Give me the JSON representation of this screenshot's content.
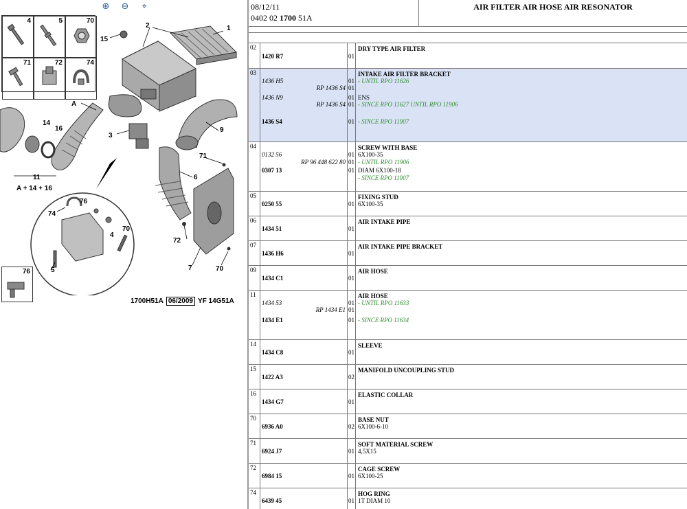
{
  "diagram": {
    "thumbs": [
      {
        "num": "4"
      },
      {
        "num": "5"
      },
      {
        "num": "70"
      },
      {
        "num": "71"
      },
      {
        "num": "72"
      },
      {
        "num": "74"
      }
    ],
    "thumb76": "76",
    "callouts": {
      "c1": "1",
      "c2": "2",
      "c3": "3",
      "c4": "4",
      "c5": "5",
      "c6": "6",
      "c7": "7",
      "c9": "9",
      "c11": "11",
      "c14": "14",
      "c15": "15",
      "c16": "16",
      "cA": "A",
      "cA2": "A + 14 + 16",
      "c70a": "70",
      "c70b": "70",
      "c71": "71",
      "c72": "72",
      "c74": "74",
      "c76": "76"
    },
    "footer": {
      "ref": "1700H51A",
      "date": "06/2009",
      "code": "YF 14G51A"
    }
  },
  "header": {
    "date": "08/12/11",
    "code_prefix": "0402 02 ",
    "code_bold": "1700",
    "code_suffix": " 51A",
    "title": "AIR FILTER AIR HOSE AIR RESONATOR"
  },
  "rows": [
    {
      "ref": "02",
      "h": 36,
      "lines": [
        {
          "col": "c4",
          "cls": "ti",
          "t": "DRY TYPE AIR FILTER",
          "y": 3
        },
        {
          "col": "c2",
          "cls": "pn",
          "t": "1420 R7",
          "y": 14
        },
        {
          "col": "c3",
          "cls": "qt",
          "t": "01",
          "y": 14
        }
      ]
    },
    {
      "ref": "03",
      "h": 106,
      "sel": true,
      "lines": [
        {
          "col": "c4",
          "cls": "ti",
          "t": "INTAKE AIR FILTER BRACKET",
          "y": 3
        },
        {
          "col": "c2",
          "cls": "pn it",
          "t": "1436 H5",
          "y": 13
        },
        {
          "col": "c3",
          "cls": "qt",
          "t": "01",
          "y": 13
        },
        {
          "col": "c4",
          "cls": "gr",
          "t": "- UNTIL RPO 11626",
          "y": 13
        },
        {
          "col": "c2",
          "cls": "rp",
          "t": "RP 1436 S4",
          "y": 23
        },
        {
          "col": "c3",
          "cls": "qt",
          "t": "01",
          "y": 23
        },
        {
          "col": "c2",
          "cls": "pn it",
          "t": "1436 N9",
          "y": 37
        },
        {
          "col": "c3",
          "cls": "qt",
          "t": "01",
          "y": 37
        },
        {
          "col": "c4",
          "cls": "tx",
          "t": "ENS",
          "y": 37
        },
        {
          "col": "c2",
          "cls": "rp",
          "t": "RP 1436 S4",
          "y": 47
        },
        {
          "col": "c3",
          "cls": "qt",
          "t": "01",
          "y": 47
        },
        {
          "col": "c4",
          "cls": "gr",
          "t": "- SINCE RPO 11627 UNTIL RPO 11906",
          "y": 47
        },
        {
          "col": "c2",
          "cls": "pn",
          "t": "1436 S4",
          "y": 72
        },
        {
          "col": "c3",
          "cls": "qt",
          "t": "01",
          "y": 72
        },
        {
          "col": "c4",
          "cls": "gr",
          "t": "- SINCE RPO 11907",
          "y": 72
        }
      ]
    },
    {
      "ref": "04",
      "h": 71,
      "lines": [
        {
          "col": "c4",
          "cls": "ti",
          "t": "SCREW WITH BASE",
          "y": 3
        },
        {
          "col": "c2",
          "cls": "pn it",
          "t": "0132 56",
          "y": 13
        },
        {
          "col": "c3",
          "cls": "qt",
          "t": "01",
          "y": 13
        },
        {
          "col": "c4",
          "cls": "tx",
          "t": "6X100-35",
          "y": 13
        },
        {
          "col": "c2",
          "cls": "rp",
          "t": "RP 96 448 622 80",
          "y": 24
        },
        {
          "col": "c3",
          "cls": "qt",
          "t": "01",
          "y": 24
        },
        {
          "col": "c4",
          "cls": "gr",
          "t": "- UNTIL RPO 11906",
          "y": 24
        },
        {
          "col": "c2",
          "cls": "pn",
          "t": "0307 13",
          "y": 36
        },
        {
          "col": "c3",
          "cls": "qt",
          "t": "01",
          "y": 36
        },
        {
          "col": "c4",
          "cls": "tx",
          "t": "DIAM 6X100-18",
          "y": 36
        },
        {
          "col": "c4",
          "cls": "gr",
          "t": "- SINCE RPO 11907",
          "y": 47
        }
      ]
    },
    {
      "ref": "05",
      "h": 35,
      "lines": [
        {
          "col": "c4",
          "cls": "ti",
          "t": "FIXING STUD",
          "y": 3
        },
        {
          "col": "c2",
          "cls": "pn",
          "t": "0250 55",
          "y": 13
        },
        {
          "col": "c3",
          "cls": "qt",
          "t": "01",
          "y": 13
        },
        {
          "col": "c4",
          "cls": "tx",
          "t": "6X100-35",
          "y": 13
        }
      ]
    },
    {
      "ref": "06",
      "h": 35,
      "lines": [
        {
          "col": "c4",
          "cls": "ti",
          "t": "AIR INTAKE PIPE",
          "y": 3
        },
        {
          "col": "c2",
          "cls": "pn",
          "t": "1434 51",
          "y": 13
        },
        {
          "col": "c3",
          "cls": "qt",
          "t": "01",
          "y": 13
        }
      ]
    },
    {
      "ref": "07",
      "h": 35,
      "lines": [
        {
          "col": "c4",
          "cls": "ti",
          "t": "AIR INTAKE PIPE BRACKET",
          "y": 3
        },
        {
          "col": "c2",
          "cls": "pn",
          "t": "1436 H6",
          "y": 13
        },
        {
          "col": "c3",
          "cls": "qt",
          "t": "01",
          "y": 13
        }
      ]
    },
    {
      "ref": "09",
      "h": 35,
      "lines": [
        {
          "col": "c4",
          "cls": "ti",
          "t": "AIR HOSE",
          "y": 3
        },
        {
          "col": "c2",
          "cls": "pn",
          "t": "1434 C1",
          "y": 13
        },
        {
          "col": "c3",
          "cls": "qt",
          "t": "01",
          "y": 13
        }
      ]
    },
    {
      "ref": "11",
      "h": 71,
      "lines": [
        {
          "col": "c4",
          "cls": "ti",
          "t": "AIR HOSE",
          "y": 3
        },
        {
          "col": "c2",
          "cls": "pn it",
          "t": "1434 53",
          "y": 13
        },
        {
          "col": "c3",
          "cls": "qt",
          "t": "01",
          "y": 13
        },
        {
          "col": "c4",
          "cls": "gr",
          "t": "- UNTIL RPO 11633",
          "y": 13
        },
        {
          "col": "c2",
          "cls": "rp",
          "t": "RP 1434 E1",
          "y": 23
        },
        {
          "col": "c3",
          "cls": "qt",
          "t": "01",
          "y": 23
        },
        {
          "col": "c2",
          "cls": "pn",
          "t": "1434 E1",
          "y": 38
        },
        {
          "col": "c3",
          "cls": "qt",
          "t": "01",
          "y": 38
        },
        {
          "col": "c4",
          "cls": "gr",
          "t": "- SINCE RPO 11634",
          "y": 38
        }
      ]
    },
    {
      "ref": "14",
      "h": 35,
      "lines": [
        {
          "col": "c4",
          "cls": "ti",
          "t": "SLEEVE",
          "y": 3
        },
        {
          "col": "c2",
          "cls": "pn",
          "t": "1434 C8",
          "y": 13
        },
        {
          "col": "c3",
          "cls": "qt",
          "t": "01",
          "y": 13
        }
      ]
    },
    {
      "ref": "15",
      "h": 35,
      "lines": [
        {
          "col": "c4",
          "cls": "ti",
          "t": "MANIFOLD UNCOUPLING STUD",
          "y": 3
        },
        {
          "col": "c2",
          "cls": "pn",
          "t": "1422 A3",
          "y": 13
        },
        {
          "col": "c3",
          "cls": "qt",
          "t": "02",
          "y": 13
        }
      ]
    },
    {
      "ref": "16",
      "h": 35,
      "lines": [
        {
          "col": "c4",
          "cls": "ti",
          "t": "ELASTIC COLLAR",
          "y": 3
        },
        {
          "col": "c2",
          "cls": "pn",
          "t": "1434 G7",
          "y": 13
        },
        {
          "col": "c3",
          "cls": "qt",
          "t": "01",
          "y": 13
        }
      ]
    },
    {
      "ref": "70",
      "h": 35,
      "lines": [
        {
          "col": "c4",
          "cls": "ti",
          "t": "BASE NUT",
          "y": 3
        },
        {
          "col": "c2",
          "cls": "pn",
          "t": "6936 A0",
          "y": 13
        },
        {
          "col": "c3",
          "cls": "qt",
          "t": "02",
          "y": 13
        },
        {
          "col": "c4",
          "cls": "tx",
          "t": "6X100-6-10",
          "y": 13
        }
      ]
    },
    {
      "ref": "71",
      "h": 35,
      "lines": [
        {
          "col": "c4",
          "cls": "ti",
          "t": "SOFT MATERIAL SCREW",
          "y": 3
        },
        {
          "col": "c2",
          "cls": "pn",
          "t": "6924 J7",
          "y": 13
        },
        {
          "col": "c3",
          "cls": "qt",
          "t": "01",
          "y": 13
        },
        {
          "col": "c4",
          "cls": "tx",
          "t": "4,5X15",
          "y": 13
        }
      ]
    },
    {
      "ref": "72",
      "h": 35,
      "lines": [
        {
          "col": "c4",
          "cls": "ti",
          "t": "CAGE SCREW",
          "y": 3
        },
        {
          "col": "c2",
          "cls": "pn",
          "t": "6984 15",
          "y": 13
        },
        {
          "col": "c3",
          "cls": "qt",
          "t": "01",
          "y": 13
        },
        {
          "col": "c4",
          "cls": "tx",
          "t": "6X100-25",
          "y": 13
        }
      ]
    },
    {
      "ref": "74",
      "h": 30,
      "lines": [
        {
          "col": "c4",
          "cls": "ti",
          "t": "HOG RING",
          "y": 3
        },
        {
          "col": "c2",
          "cls": "pn",
          "t": "6439 45",
          "y": 13
        },
        {
          "col": "c3",
          "cls": "qt",
          "t": "01",
          "y": 13
        },
        {
          "col": "c4",
          "cls": "tx",
          "t": "1T DIAM 10",
          "y": 13
        }
      ]
    }
  ]
}
